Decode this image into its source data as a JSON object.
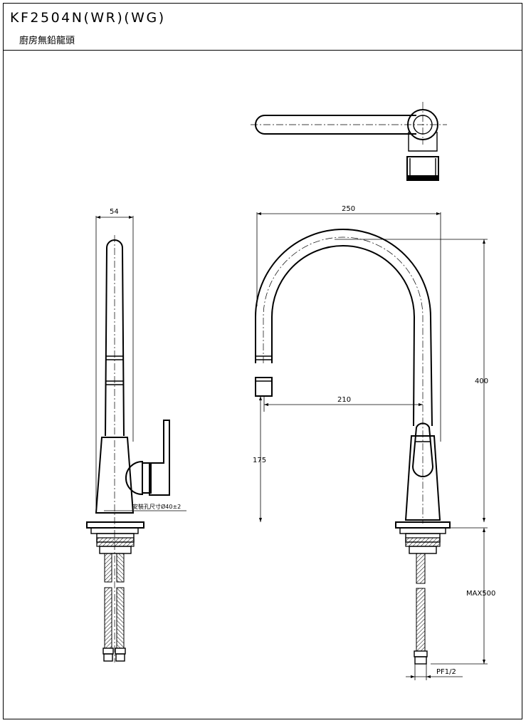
{
  "header": {
    "model": "KF2504N(WR)(WG)",
    "subtitle": "廚房無鉛龍頭"
  },
  "dimensions": {
    "side_width": "54",
    "spout_reach": "250",
    "aerator_to_center": "210",
    "total_height": "400",
    "aerator_height": "175",
    "hose_length": "MAX500",
    "inlet_thread": "PF1/2",
    "mounting_hole": "安裝孔尺寸Ø40±2"
  }
}
